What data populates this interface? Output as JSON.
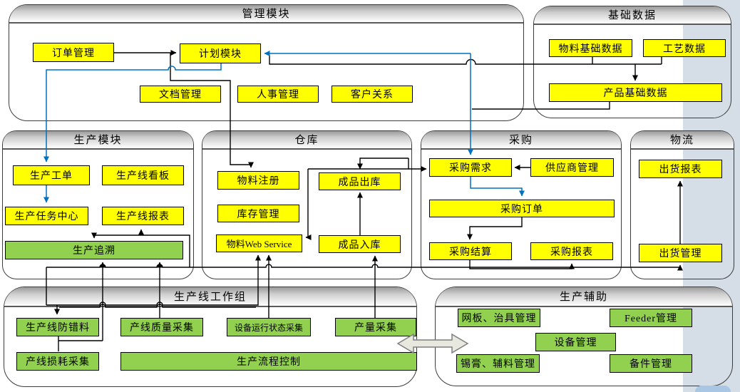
{
  "modules": {
    "management": {
      "title": "管理模块",
      "boxes": {
        "order": "订单管理",
        "plan": "计划模块",
        "doc": "文档管理",
        "hr": "人事管理",
        "crm": "客户关系"
      }
    },
    "base_data": {
      "title": "基础数据",
      "boxes": {
        "material_base": "物料基础数据",
        "process": "工艺数据",
        "product_base": "产品基础数据"
      }
    },
    "production": {
      "title": "生产模块",
      "boxes": {
        "work_order": "生产工单",
        "line_kanban": "生产线看板",
        "task_center": "生产任务中心",
        "line_report": "生产线报表",
        "trace": "生产追溯"
      }
    },
    "warehouse": {
      "title": "仓库",
      "boxes": {
        "material_reg": "物料注册",
        "inventory": "库存管理",
        "material_ws": "物料Web Service",
        "fg_out": "成品出库",
        "fg_in": "成品入库"
      }
    },
    "purchase": {
      "title": "采购",
      "boxes": {
        "demand": "采购需求",
        "supplier": "供应商管理",
        "order": "采购订单",
        "settle": "采购结算",
        "report": "采购报表"
      }
    },
    "logistics": {
      "title": "物流",
      "boxes": {
        "ship_report": "出货报表",
        "ship_mgmt": "出货管理"
      }
    },
    "line_workgroup": {
      "title": "生产线工作组",
      "boxes": {
        "error_proof": "生产线防错料",
        "quality": "产线质量采集",
        "equip_status": "设备运行状态采集",
        "output": "产量采集",
        "loss": "产线损耗采集",
        "process_ctrl": "生产流程控制"
      }
    },
    "support": {
      "title": "生产辅助",
      "boxes": {
        "stencil": "网板、治具管理",
        "feeder": "Feeder管理",
        "equipment": "设备管理",
        "solder": "锡膏、辅料管理",
        "spare": "备件管理"
      }
    }
  },
  "colors": {
    "yellow_box": "#ffff00",
    "green_box": "#92d050",
    "blue_connector": "#0070c0",
    "black_connector": "#000000",
    "side_band": "#d5dde6",
    "corner_accent": "#a9c7e4",
    "exchange_arrow_fill": "#e8e8df"
  }
}
